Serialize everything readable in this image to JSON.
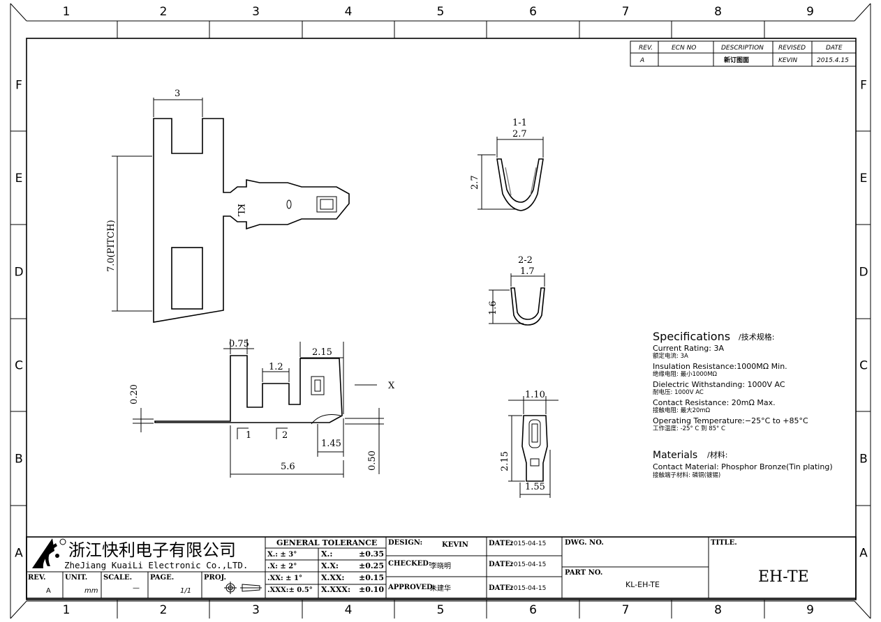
{
  "zones": {
    "columns": [
      "1",
      "2",
      "3",
      "4",
      "5",
      "6",
      "7",
      "8",
      "9"
    ],
    "rows": [
      "F",
      "E",
      "D",
      "C",
      "B",
      "A"
    ]
  },
  "revision_table": {
    "headers": [
      "REV.",
      "ECN NO",
      "DESCRIPTION",
      "REVISED",
      "DATE"
    ],
    "row": [
      "A",
      "",
      "新订图面",
      "KEVIN",
      "2015.4.15"
    ]
  },
  "views": {
    "top": {
      "width": "3",
      "pitch": "7.0(PITCH)",
      "marking": "KL"
    },
    "section_1": {
      "label": "1-1",
      "width": "2.7",
      "height": "2.7"
    },
    "section_2": {
      "label": "2-2",
      "width": "1.7",
      "height": "1.6"
    },
    "side": {
      "d1": "0.75",
      "d2": "1.2",
      "d3": "2.15",
      "d4": "0.20",
      "d5": "1.45",
      "d6": "0.50",
      "d7": "5.6",
      "sec1": "1",
      "sec2": "2",
      "view_x": "X"
    },
    "end": {
      "top": "1.10",
      "height": "2.15",
      "bottom": "1.55"
    }
  },
  "specifications": {
    "title": "Specifications",
    "title_cn": "/技术规格:",
    "items": [
      {
        "en": "Current Rating:  3A",
        "cn": "额定电流: 3A"
      },
      {
        "en": "Insulation Resistance:1000MΩ  Min.",
        "cn": "绝缘电阻: 最小1000MΩ"
      },
      {
        "en": "Dielectric Withstanding:  1000V AC",
        "cn": "耐电压: 1000V AC"
      },
      {
        "en": "Contact Resistance:  20mΩ  Max.",
        "cn": "接触电阻: 最大20mΩ"
      },
      {
        "en": "Operating Temperature:−25°C to +85°C",
        "cn": "工作温度: -25° C 到 85° C"
      }
    ],
    "materials_title": "Materials",
    "materials_title_cn": "/材料:",
    "materials": {
      "en": "Contact Material: Phosphor Bronze(Tin plating)",
      "cn": "接触端子材料: 磷铜(镀锡)"
    }
  },
  "title_block": {
    "company_cn": "浙江快利电子有限公司",
    "company_en": "ZheJiang KuaiLi Electronic Co.,LTD.",
    "rev_label": "REV.",
    "rev": "A",
    "unit_label": "UNIT.",
    "unit": "mm",
    "scale_label": "SCALE.",
    "scale": "—",
    "page_label": "PAGE.",
    "page": "1/1",
    "proj_label": "PROJ.",
    "tolerance_title": "GENERAL  TOLERANCE",
    "tolerance_angle": [
      "X.: ± 3°",
      ".X: ± 2°",
      ".XX: ± 1°",
      ".XXX:± 0.5°"
    ],
    "tolerance_linear": [
      {
        "k": "X.:",
        "v": "±0.35"
      },
      {
        "k": "X.X:",
        "v": "±0.25"
      },
      {
        "k": "X.XX:",
        "v": "±0.15"
      },
      {
        "k": "X.XXX:",
        "v": "±0.10"
      }
    ],
    "design_label": "DESIGN:",
    "design": "KEVIN",
    "checked_label": "CHECKED:",
    "checked": "李晓明",
    "approved_label": "APPROVED:",
    "approved": "朱建华",
    "date_label": "DATE:",
    "dates": [
      "2015-04-15",
      "2015-04-15",
      "2015-04-15"
    ],
    "dwg_no_label": "DWG. NO.",
    "part_no_label": "PART NO.",
    "part_no": "KL-EH-TE",
    "title_label": "TITLE.",
    "title": "EH-TE"
  }
}
